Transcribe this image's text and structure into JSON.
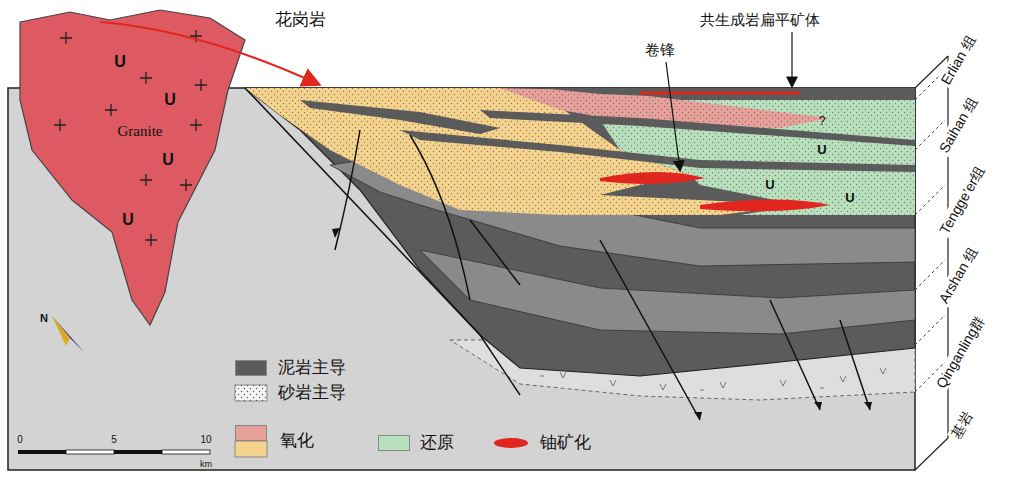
{
  "diagram": {
    "labels": [
      "花岗岩",
      "共生成岩扁平矿体",
      "卷锋",
      "Granite",
      "U",
      "U",
      "U",
      "U",
      "?",
      "U",
      "U",
      "U",
      "Erlian 组",
      "Saihan 组",
      "Tengge’er组",
      "Arshan 组",
      "Qinganling群",
      "基岩",
      "N",
      "0",
      "5",
      "10",
      "km"
    ],
    "legend": [
      {
        "text": "泥岩主导",
        "color": "#5b5b5b"
      },
      {
        "text": "砂岩主导"
      },
      {
        "text": "氧化",
        "color": "#e8a09b"
      },
      {
        "text": "还原",
        "color": "#b9e0bd"
      },
      {
        "text": "铀矿化",
        "color": "#e0261e"
      }
    ]
  }
}
